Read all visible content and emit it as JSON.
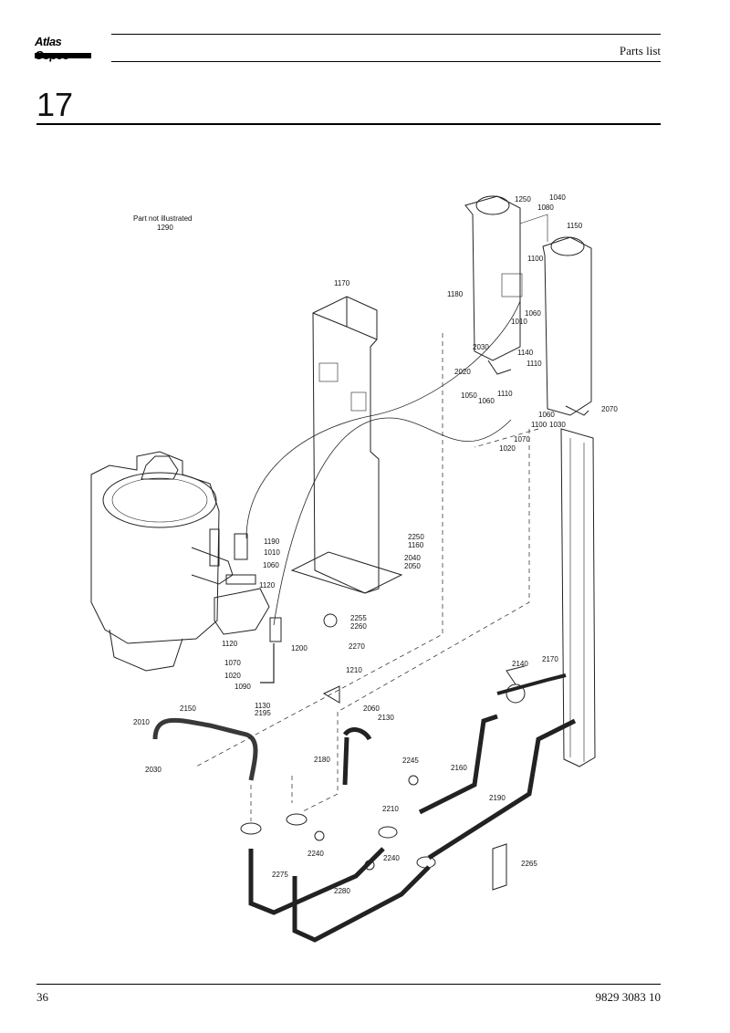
{
  "header": {
    "brand": "Atlas Copco",
    "title": "Parts list"
  },
  "section": {
    "number": "17"
  },
  "diagram": {
    "note_title": "Part not illustrated",
    "note_part": "1290",
    "callouts": [
      "1250",
      "1040",
      "1080",
      "1150",
      "1100",
      "1180",
      "1170",
      "1060",
      "1010",
      "2030",
      "1140",
      "1110",
      "2020",
      "1110",
      "1050",
      "1060",
      "1060",
      "1100",
      "1030",
      "2070",
      "1070",
      "1020",
      "1190",
      "1010",
      "1060",
      "1120",
      "2250",
      "1160",
      "2040",
      "2050",
      "1120",
      "2255",
      "2260",
      "1200",
      "2270",
      "1070",
      "1020",
      "1210",
      "1090",
      "1130",
      "2195",
      "2140",
      "2170",
      "2060",
      "2130",
      "2150",
      "2010",
      "2030",
      "2180",
      "2245",
      "2160",
      "2210",
      "2190",
      "2240",
      "2240",
      "2275",
      "2280",
      "2265"
    ]
  },
  "footer": {
    "page": "36",
    "doc_number": "9829 3083 10"
  }
}
